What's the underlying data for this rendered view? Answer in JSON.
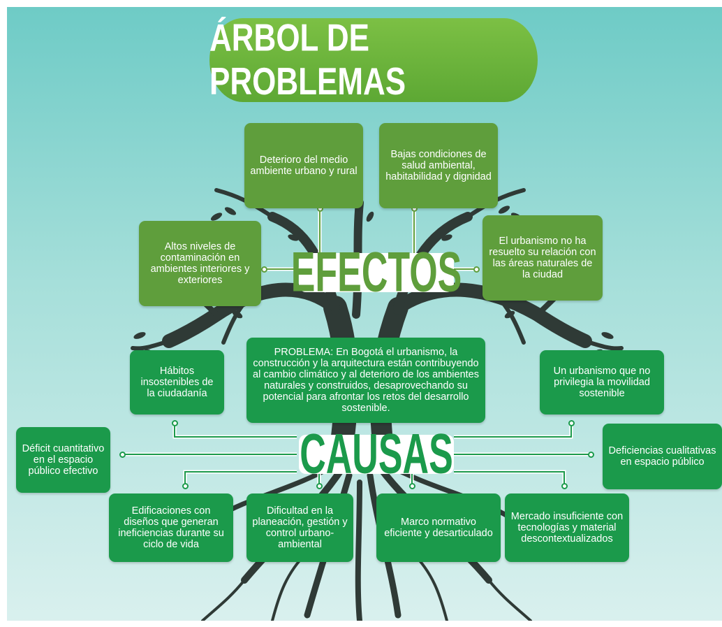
{
  "title": "ÁRBOL DE PROBLEMAS",
  "effects_label": "EFECTOS",
  "causes_label": "CAUSAS",
  "problem": "PROBLEMA: En Bogotá el urbanismo, la construcción y la arquitectura están contribuyendo al cambio climático y al deterioro de los ambientes naturales y construidos, desaprovechando su potencial para afrontar los retos del desarrollo sostenible.",
  "effects": [
    "Deterioro del medio ambiente urbano y rural",
    "Bajas condiciones de salud ambiental, habitabilidad y dignidad",
    "Altos niveles de contaminación en ambientes interiores y exteriores",
    "El urbanismo no ha resuelto su relación con las áreas naturales de la ciudad"
  ],
  "causes": [
    "Hábitos insostenibles de la ciudadanía",
    "Un urbanismo que no privilegia la movilidad sostenible",
    "Déficit cuantitativo en el espacio público efectivo",
    "Deficiencias cualitativas en espacio público",
    "Edificaciones con diseños que generan ineficiencias durante su ciclo de vida",
    "Dificultad en la planeación, gestión y control urbano-ambiental",
    "Marco normativo eficiente y desarticulado",
    "Mercado insuficiente con tecnologías y material descontextualizados"
  ],
  "colors": {
    "title_green": "#6db33f",
    "effects_green": "#5f9e3c",
    "causes_green": "#1b9a4b",
    "tree": "#2f3a36",
    "background_top": "#6ecbc6",
    "background_bottom": "#d9f0ee"
  }
}
